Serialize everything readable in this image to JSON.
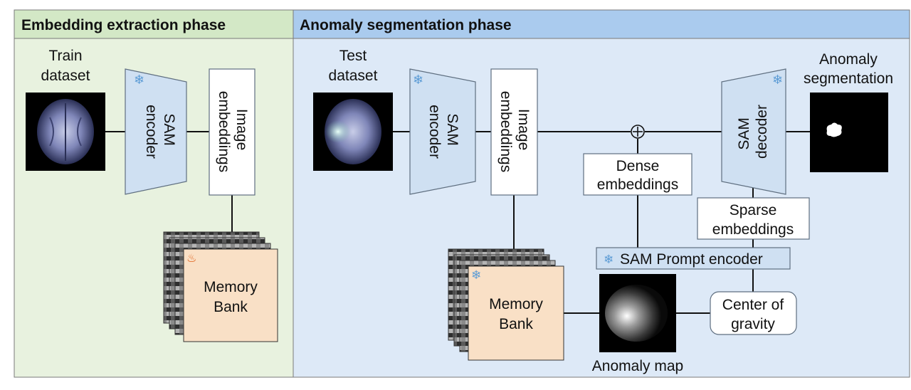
{
  "phases": {
    "extraction": {
      "title": "Embedding extraction phase"
    },
    "segmentation": {
      "title": "Anomaly segmentation phase"
    }
  },
  "extraction": {
    "dataset_label": [
      "Train",
      "dataset"
    ],
    "encoder_label": [
      "SAM",
      "encoder"
    ],
    "embeddings_label": [
      "Image",
      "embeddings"
    ],
    "memory_bank_label": [
      "Memory",
      "Bank"
    ],
    "memory_bank_icon": "fire-icon",
    "encoder_icon": "snowflake-icon"
  },
  "segmentation": {
    "dataset_label": [
      "Test",
      "dataset"
    ],
    "encoder_label": [
      "SAM",
      "encoder"
    ],
    "embeddings_label": [
      "Image",
      "embeddings"
    ],
    "decoder_label": [
      "SAM",
      "decoder"
    ],
    "output_label": [
      "Anomaly",
      "segmentation"
    ],
    "dense_label": [
      "Dense",
      "embeddings"
    ],
    "sparse_label": [
      "Sparse",
      "embeddings"
    ],
    "prompt_encoder_label": "SAM Prompt encoder",
    "memory_bank_label": [
      "Memory",
      "Bank"
    ],
    "center_label": [
      "Center of",
      "gravity"
    ],
    "anomaly_map_label": "Anomaly map",
    "plus_symbol": "⊕",
    "memory_bank_icon": "snowflake-icon"
  },
  "colors": {
    "extraction_bg": "#e8f2df",
    "extraction_header": "#d3e8c6",
    "segmentation_bg": "#dde9f7",
    "segmentation_header": "#aacbee",
    "frozen_block": "#cfe0f2",
    "memory_bank": "#f9e0c6",
    "snowflake": "#5b9bd5"
  }
}
